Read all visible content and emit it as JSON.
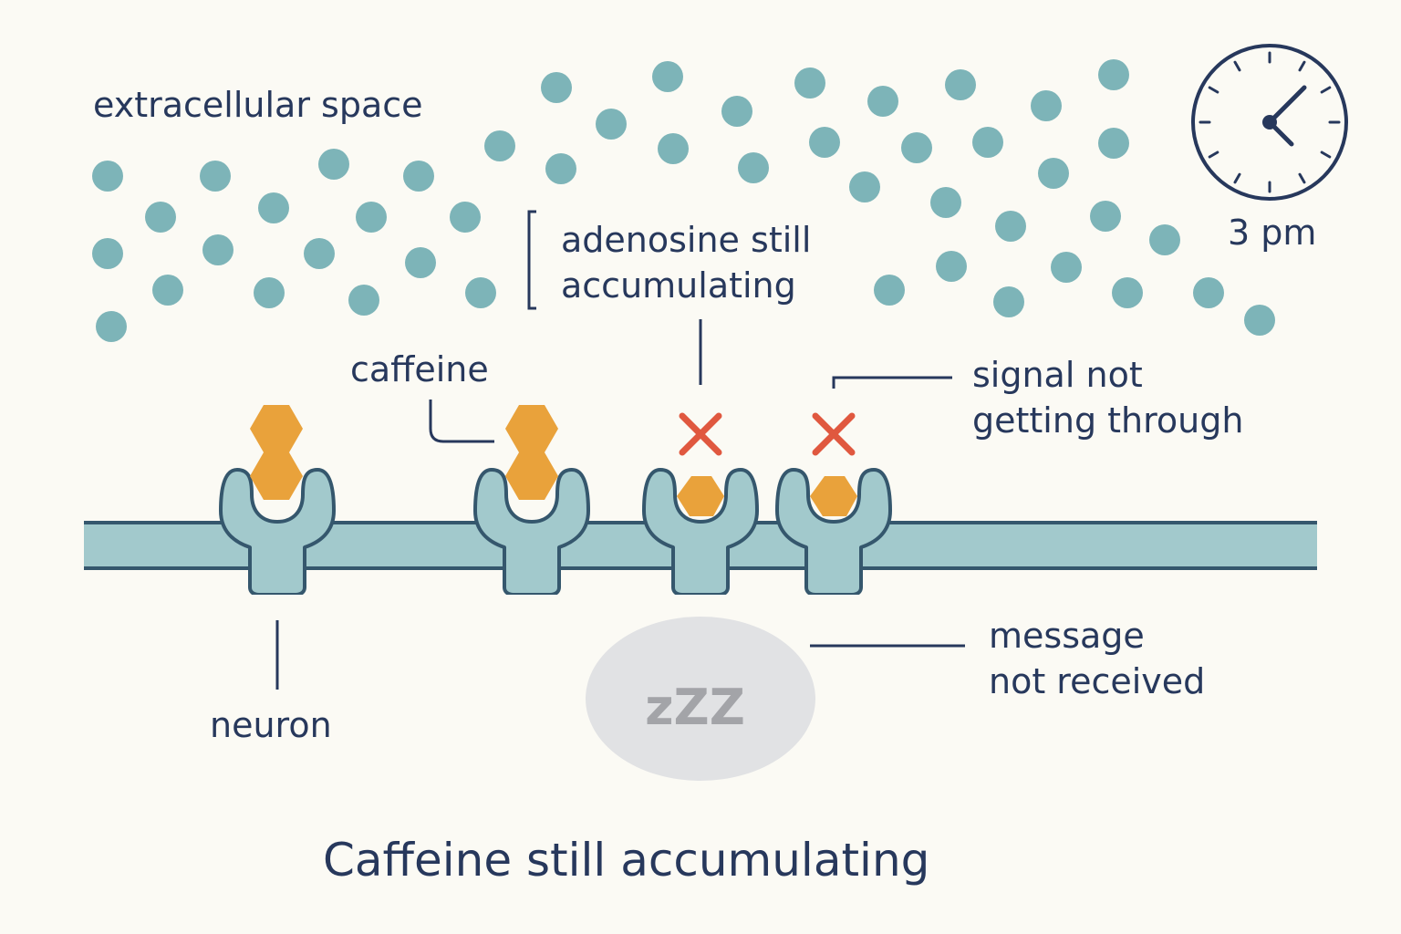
{
  "labels": {
    "extracellular": "extracellular space",
    "adenosine_line1": "adenosine still",
    "adenosine_line2": "accumulating",
    "caffeine": "caffeine",
    "signal_line1": "signal not",
    "signal_line2": "getting through",
    "neuron": "neuron",
    "message_line1": "message",
    "message_line2": "not received",
    "clock_time": "3 pm",
    "sleep_text": "zZZ",
    "caption": "Caffeine still accumulating"
  },
  "colors": {
    "background": "#fbfaf4",
    "adenosine": "#7db4b8",
    "membrane": "#a2c9cc",
    "outline": "#35576d",
    "caffeine": "#e9a23b",
    "block_mark": "#e0583f",
    "text": "#27385c",
    "sleep_blob": "#e1e2e4",
    "sleep_text": "#a3a4a8"
  },
  "icons": {
    "clock": "clock-icon",
    "blocked": "x-mark-icon",
    "sleep": "zzz-icon"
  }
}
